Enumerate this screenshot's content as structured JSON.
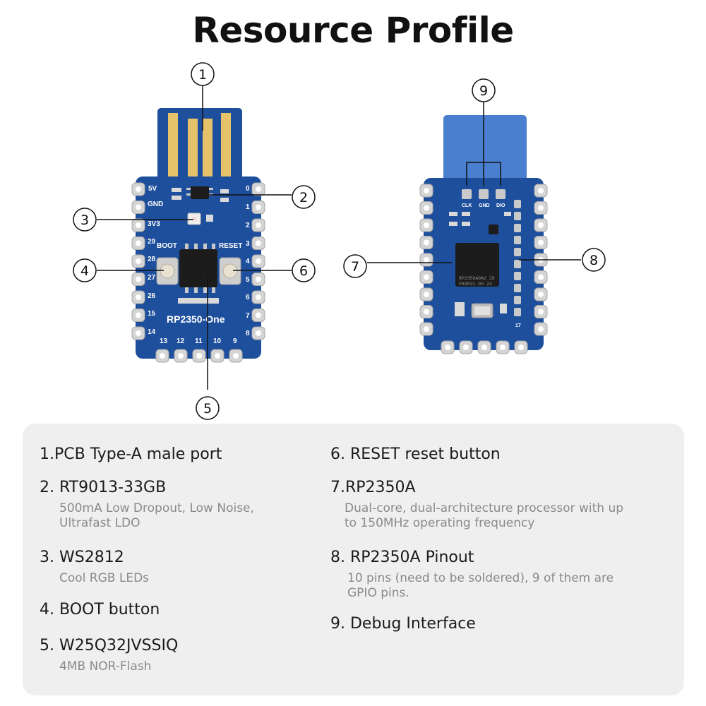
{
  "title": "Resource Profile",
  "board": {
    "name": "RP2350-One",
    "front_left_pins": [
      "5V",
      "GND",
      "3V3",
      "29",
      "28",
      "27",
      "26",
      "15",
      "14"
    ],
    "front_right_pins": [
      "0",
      "1",
      "2",
      "3",
      "4",
      "5",
      "6",
      "7",
      "8"
    ],
    "front_bottom_pins": [
      "13",
      "12",
      "11",
      "10",
      "9"
    ],
    "boot_label": "BOOT",
    "reset_label": "RESET",
    "debug_pads": [
      "CLK",
      "GND",
      "DIO"
    ],
    "chip_text_line1": "RP2350A0A2 28",
    "chip_text_line2": "PA9R31.00 24",
    "back_pin_label": "17"
  },
  "callouts": [
    "1",
    "2",
    "3",
    "4",
    "5",
    "6",
    "7",
    "8",
    "9"
  ],
  "items_left": [
    {
      "title": "1.PCB Type-A male port",
      "desc": []
    },
    {
      "title": "2. RT9013-33GB",
      "desc": [
        "500mA Low Dropout, Low Noise,",
        "Ultrafast LDO"
      ]
    },
    {
      "title": "3. WS2812",
      "desc": [
        "Cool RGB LEDs"
      ]
    },
    {
      "title": "4. BOOT button",
      "desc": []
    },
    {
      "title": "5. W25Q32JVSSIQ",
      "desc": [
        "4MB NOR-Flash"
      ]
    }
  ],
  "items_right": [
    {
      "title": "6. RESET reset button",
      "desc": []
    },
    {
      "title": "7.RP2350A",
      "desc": [
        "Dual-core, dual-architecture processor with up",
        "to 150MHz operating frequency"
      ]
    },
    {
      "title": "8. RP2350A Pinout",
      "desc": [
        "10 pins (need to be soldered), 9 of them are",
        "GPIO pins."
      ]
    },
    {
      "title": "9. Debug Interface",
      "desc": []
    }
  ],
  "colors": {
    "pcb_blue": "#1e4f9c",
    "pcb_blue_dark": "#173f80",
    "gold": "#e6c36a",
    "pad_silver": "#c9c9c9",
    "chip_black": "#1c1c1c",
    "usb_light_blue": "#4a7fd0"
  }
}
